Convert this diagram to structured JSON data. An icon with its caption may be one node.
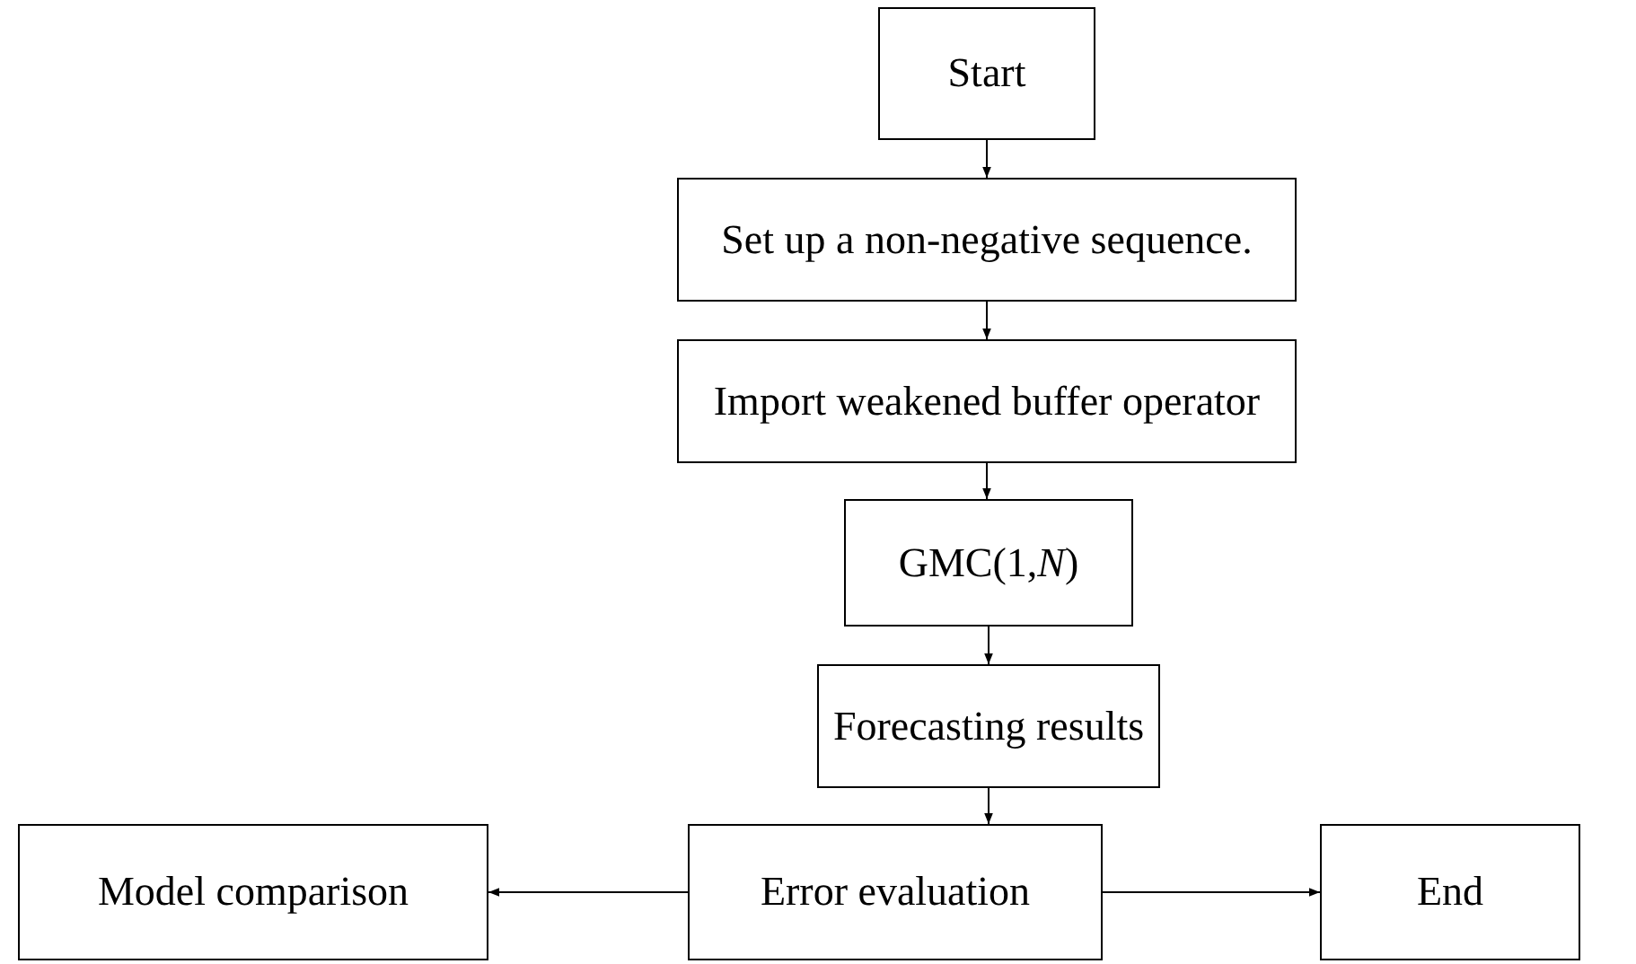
{
  "diagram": {
    "nodes": [
      {
        "text": [
          "Start"
        ]
      },
      {
        "text": [
          "Set up a non-negative sequence."
        ]
      },
      {
        "text": [
          "Import weakened buffer operator"
        ]
      },
      {
        "text": [
          "GMC(1,*N*)"
        ]
      },
      {
        "text": [
          "Forecasting results"
        ]
      },
      {
        "text": [
          "Model comparison"
        ]
      },
      {
        "text": [
          "Error evaluation"
        ]
      },
      {
        "text": [
          "End"
        ]
      }
    ],
    "edges": [
      {
        "from": 0,
        "to": 1,
        "arrow": "to"
      },
      {
        "from": 1,
        "to": 2,
        "arrow": "to"
      },
      {
        "from": 2,
        "to": 3,
        "arrow": "to"
      },
      {
        "from": 3,
        "to": 4,
        "arrow": "to"
      },
      {
        "from": 4,
        "to": 6,
        "arrow": "to"
      },
      {
        "from": 6,
        "to": 5,
        "arrow": "to"
      },
      {
        "from": 6,
        "to": 7,
        "arrow": "to"
      }
    ]
  }
}
